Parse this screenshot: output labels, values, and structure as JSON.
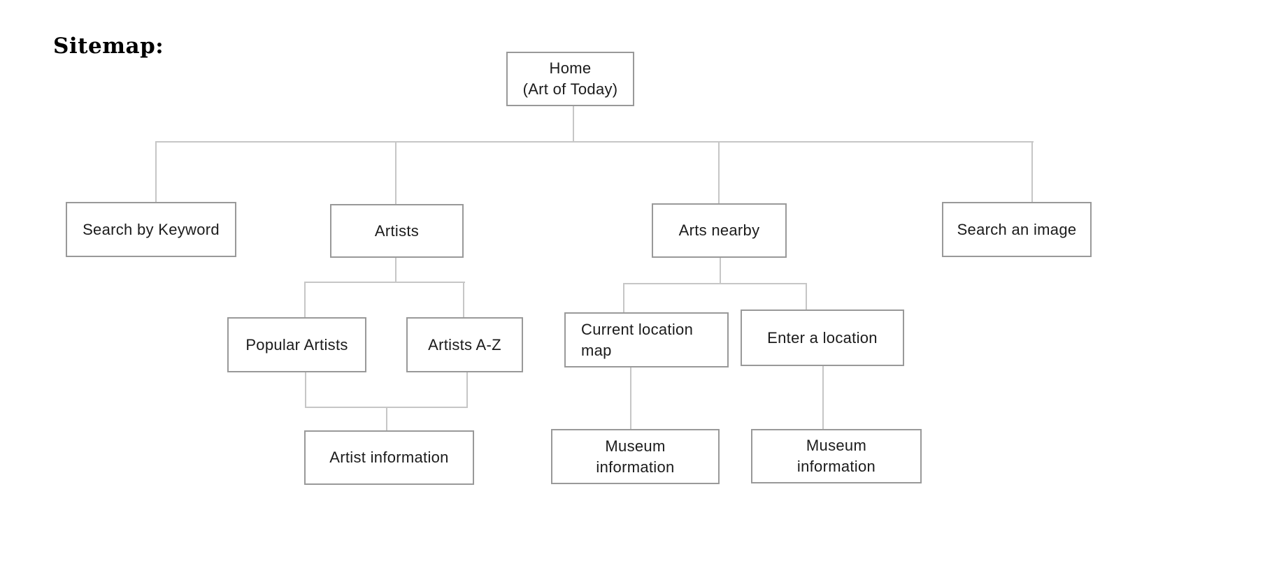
{
  "page": {
    "heading": "Sitemap:"
  },
  "diagram": {
    "type": "sitemap-tree",
    "colors": {
      "background": "#ffffff",
      "box_border": "#999999",
      "line": "#c6c6c6",
      "text": "#1b1b1b"
    },
    "nodes": {
      "home": {
        "line1": "Home",
        "line2": "(Art of Today)"
      },
      "search_keyword": {
        "line1": "Search by Keyword"
      },
      "artists": {
        "line1": "Artists"
      },
      "arts_nearby": {
        "line1": "Arts nearby"
      },
      "search_image": {
        "line1": "Search an image"
      },
      "popular_artists": {
        "line1": "Popular Artists"
      },
      "artists_az": {
        "line1": "Artists A-Z"
      },
      "current_location_map": {
        "line1": "Current location",
        "line2": "map"
      },
      "enter_location": {
        "line1": "Enter a location"
      },
      "artist_information": {
        "line1": "Artist information"
      },
      "museum_information_1": {
        "line1": "Museum",
        "line2": "information"
      },
      "museum_information_2": {
        "line1": "Museum",
        "line2": "information"
      }
    },
    "hierarchy": {
      "root": "Home (Art of Today)",
      "children": [
        {
          "label": "Search by Keyword"
        },
        {
          "label": "Artists",
          "children": [
            {
              "label": "Popular Artists",
              "children": [
                "Artist information"
              ]
            },
            {
              "label": "Artists A-Z",
              "children": [
                "Artist information"
              ]
            }
          ]
        },
        {
          "label": "Arts nearby",
          "children": [
            {
              "label": "Current location map",
              "children": [
                "Museum information"
              ]
            },
            {
              "label": "Enter a location",
              "children": [
                "Museum information"
              ]
            }
          ]
        },
        {
          "label": "Search an image"
        }
      ]
    }
  }
}
